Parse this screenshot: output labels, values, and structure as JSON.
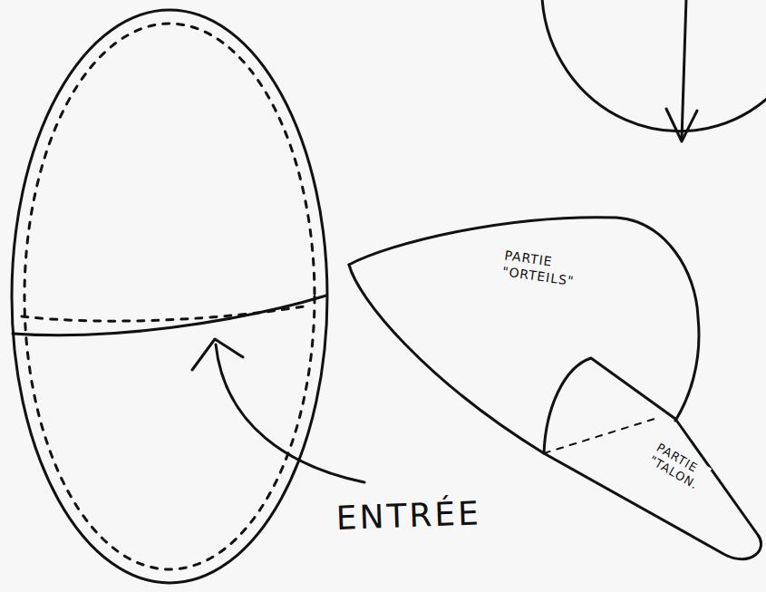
{
  "diagram": {
    "labels": [
      "PARTIE \"ORTEILS\"",
      "PARTIE \"TALON.",
      "ENTRÉE"
    ]
  }
}
